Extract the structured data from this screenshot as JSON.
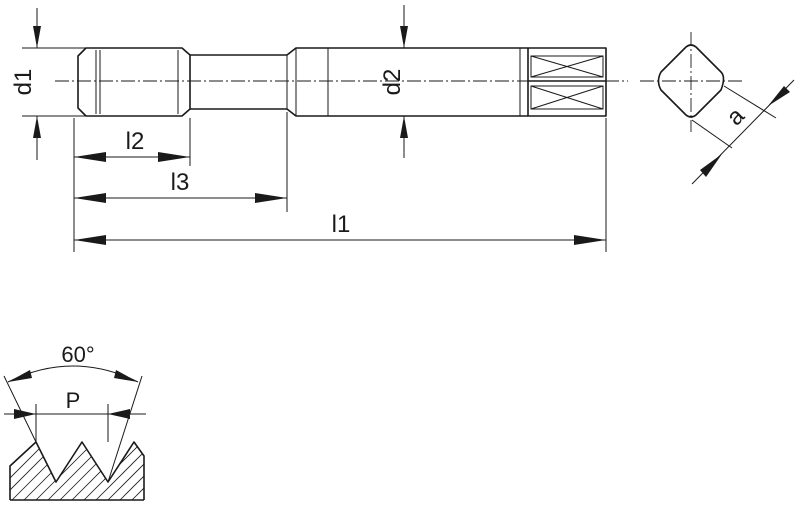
{
  "labels": {
    "d1": "d1",
    "d2": "d2",
    "l1": "l1",
    "l2": "l2",
    "l3": "l3",
    "a": "a",
    "angle": "60°",
    "pitch": "P"
  }
}
